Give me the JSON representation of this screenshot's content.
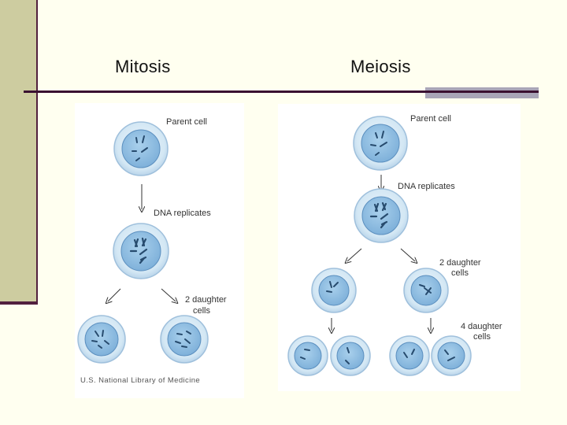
{
  "titles": {
    "left": "Mitosis",
    "right": "Meiosis"
  },
  "mitosis": {
    "parent_label": "Parent cell",
    "replicate_label": "DNA replicates",
    "daughter_label_1": "2 daughter",
    "daughter_label_2": "cells",
    "credit": "U.S. National Library of Medicine"
  },
  "meiosis": {
    "parent_label": "Parent cell",
    "replicate_label": "DNA replicates",
    "daughter2_label_1": "2 daughter",
    "daughter2_label_2": "cells",
    "daughter4_label_1": "4 daughter",
    "daughter4_label_2": "cells"
  },
  "colors": {
    "sidebar": "#cdcca0",
    "accent": "#52203e",
    "cell_outer": "#d7e9f5",
    "cell_nucleus": "#8fbde0",
    "chromosome": "#274b6e"
  }
}
